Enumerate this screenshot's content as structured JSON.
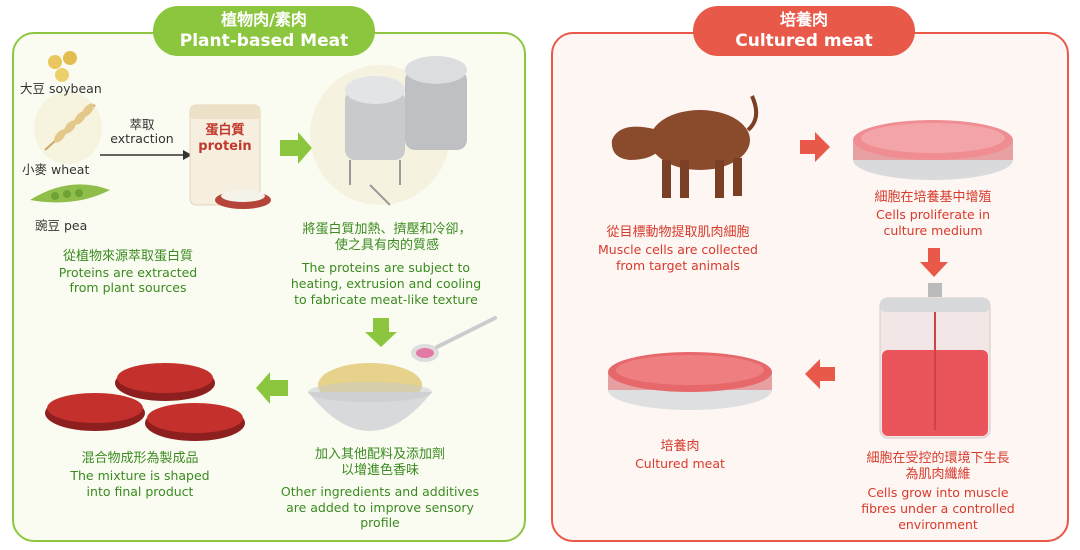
{
  "colors": {
    "green": "#8cc63e",
    "red": "#e8594a",
    "green_text": "#3a8a21",
    "red_text": "#d83a2c"
  },
  "left": {
    "title_zh": "植物肉/素肉",
    "title_en": "Plant-based Meat",
    "sources": {
      "soybean": "大豆 soybean",
      "wheat": "小麥 wheat",
      "pea": "豌豆 pea"
    },
    "extraction_zh": "萃取",
    "extraction_en": "extraction",
    "bag_zh": "蛋白質",
    "bag_en": "protein",
    "step1": {
      "zh": "從植物來源萃取蛋白質",
      "en1": "Proteins are extracted",
      "en2": "from plant sources"
    },
    "step2": {
      "zh1": "將蛋白質加熱、擠壓和冷卻，",
      "zh2": "使之具有肉的質感",
      "en1": "The proteins are subject to",
      "en2": "heating, extrusion and cooling",
      "en3": "to fabricate meat-like texture"
    },
    "step3": {
      "zh1": "加入其他配料及添加劑",
      "zh2": "以增進色香味",
      "en1": "Other ingredients and additives",
      "en2": "are added to improve sensory",
      "en3": "profile"
    },
    "step4": {
      "zh": "混合物成形為製成品",
      "en1": "The mixture is shaped",
      "en2": "into final product"
    }
  },
  "right": {
    "title_zh": "培養肉",
    "title_en": "Cultured meat",
    "step1": {
      "zh": "從目標動物提取肌肉細胞",
      "en1": "Muscle cells are collected",
      "en2": "from target animals"
    },
    "step2": {
      "zh": "細胞在培養基中增殖",
      "en1": "Cells proliferate in",
      "en2": "culture medium"
    },
    "step3": {
      "zh1": "細胞在受控的環境下生長",
      "zh2": "為肌肉纖維",
      "en1": "Cells grow into muscle",
      "en2": "fibres under a controlled",
      "en3": "environment"
    },
    "step4": {
      "zh": "培養肉",
      "en": "Cultured meat"
    }
  }
}
